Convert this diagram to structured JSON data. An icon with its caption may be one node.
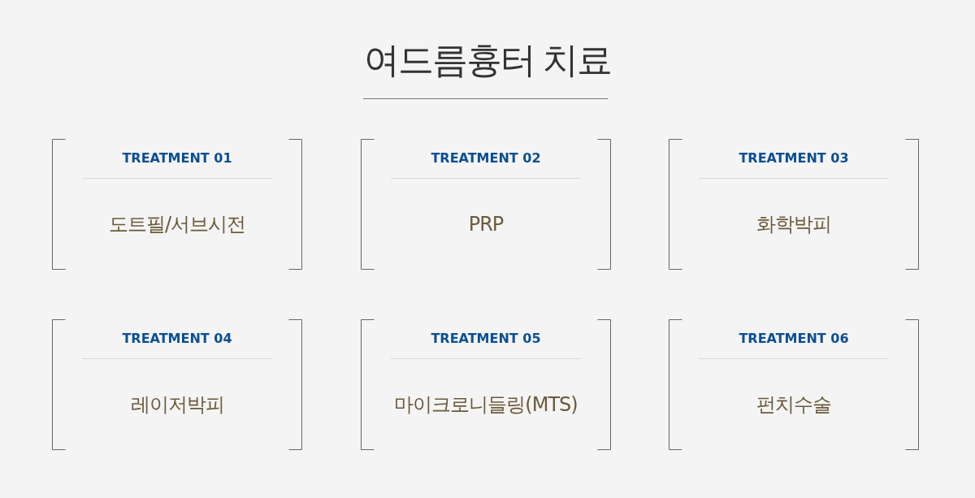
{
  "diagram": {
    "title": "여드름흉터 치료",
    "nodes": [
      {
        "text": [
          "TREATMENT 01",
          "도트필/서브시전"
        ]
      },
      {
        "text": [
          "TREATMENT 02",
          "PRP"
        ]
      },
      {
        "text": [
          "TREATMENT 03",
          "화학박피"
        ]
      },
      {
        "text": [
          "TREATMENT 04",
          "레이저박피"
        ]
      },
      {
        "text": [
          "TREATMENT 05",
          "마이크로니들링(MTS)"
        ]
      },
      {
        "text": [
          "TREATMENT 06",
          "펀치수술"
        ]
      }
    ]
  }
}
